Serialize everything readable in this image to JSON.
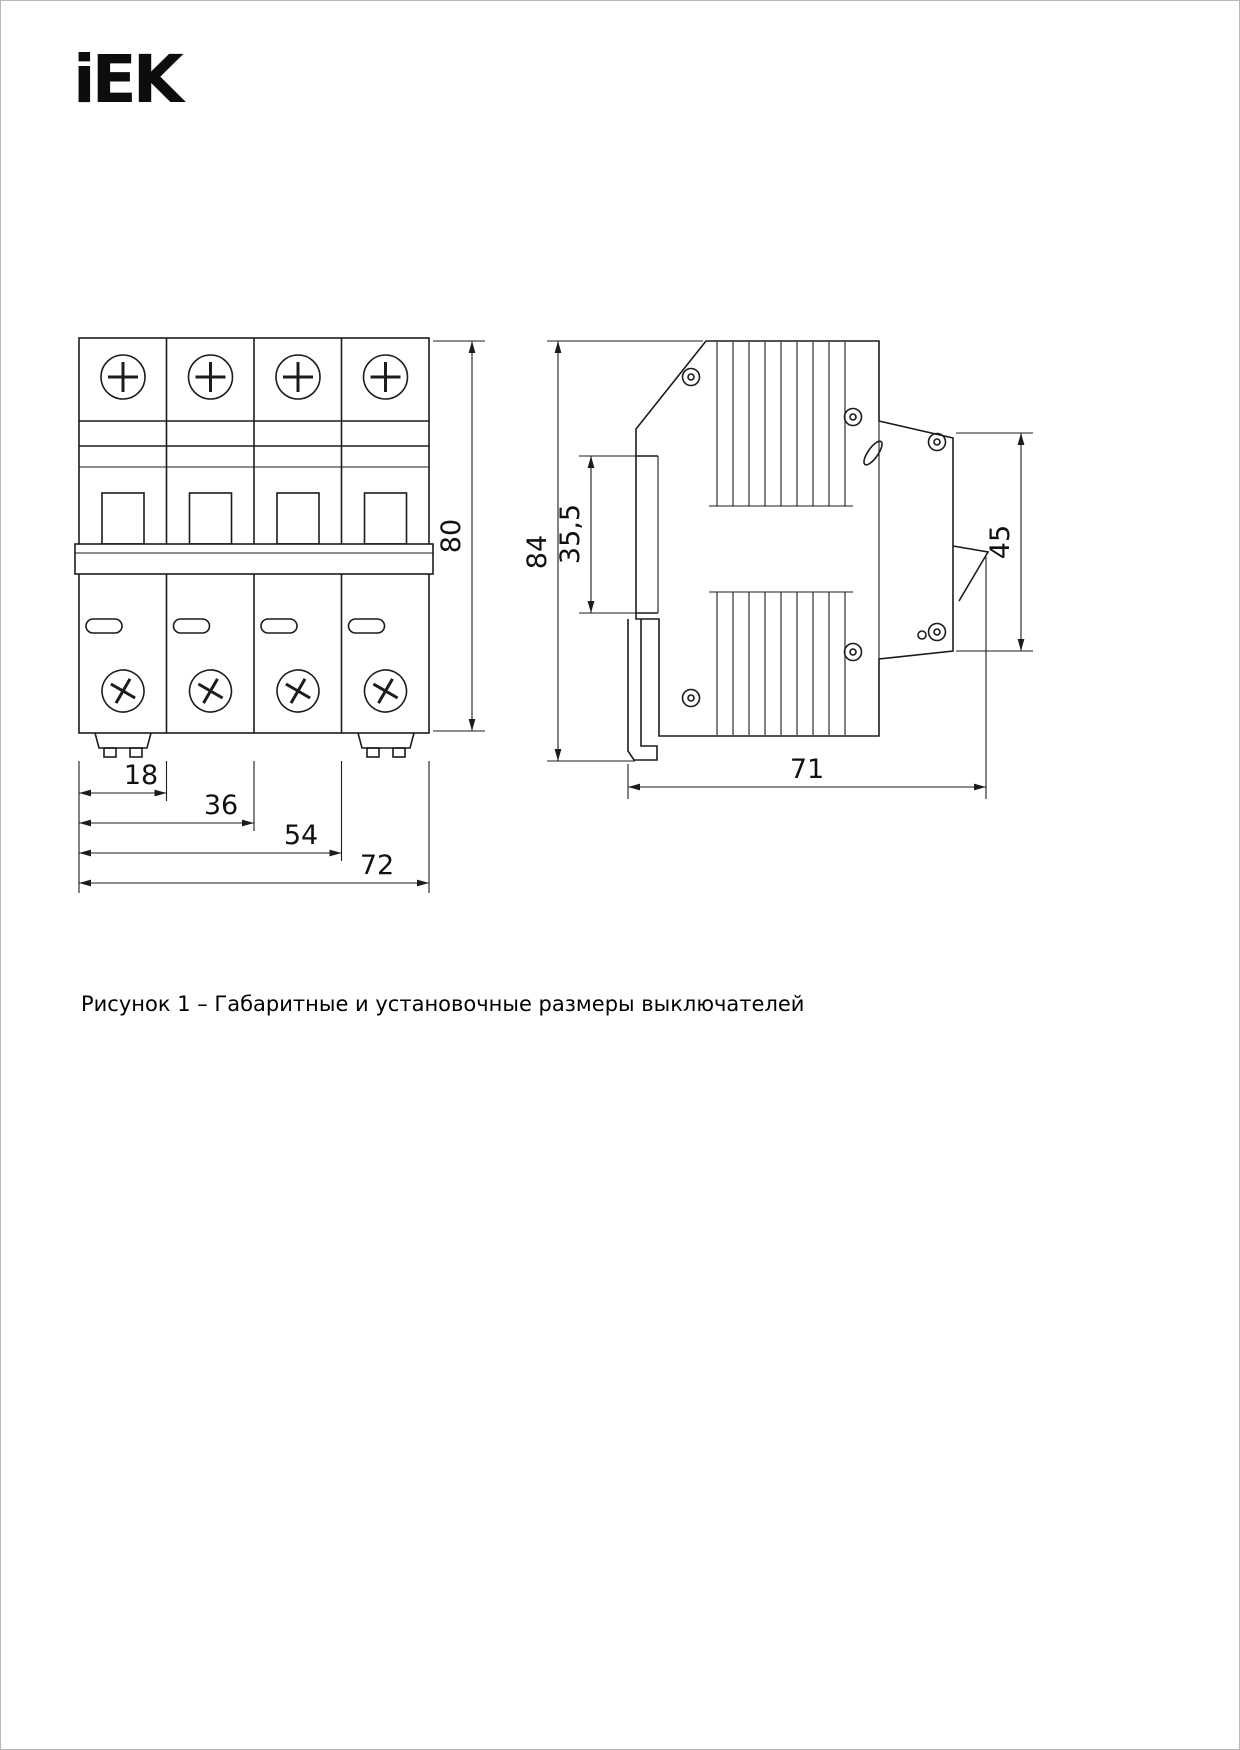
{
  "header": {
    "logo_text": "iEK"
  },
  "figure": {
    "caption": "Рисунок 1 – Габаритные и установочные размеры выключателей",
    "front_view": {
      "height_mm": "80",
      "width_1_module": "18",
      "width_2_modules": "36",
      "width_3_modules": "54",
      "width_4_modules": "72"
    },
    "side_view": {
      "height_mm": "84",
      "din_rail_mm": "35,5",
      "mount_mm": "45",
      "depth_mm": "71"
    }
  },
  "colors": {
    "ink": "#1c1c1c",
    "paper": "#ffffff"
  }
}
